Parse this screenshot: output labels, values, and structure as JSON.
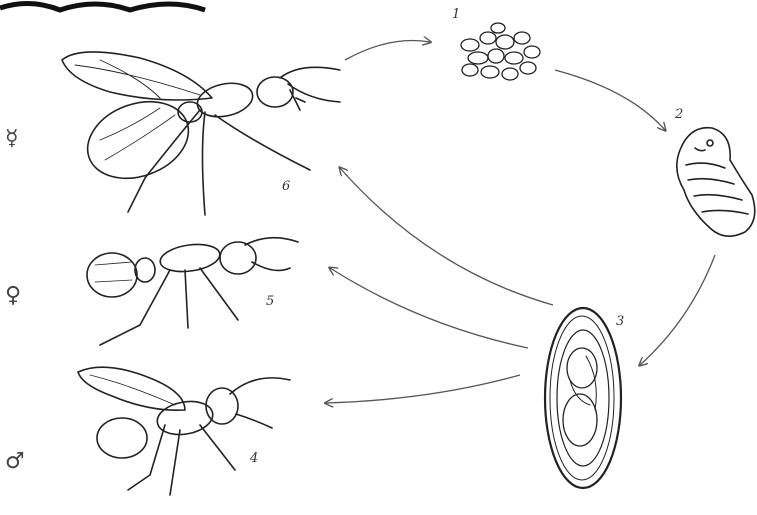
{
  "title_fragment": "",
  "stages": [
    {
      "id": "1",
      "name": "eggs"
    },
    {
      "id": "2",
      "name": "larva"
    },
    {
      "id": "3",
      "name": "pupa"
    },
    {
      "id": "4",
      "name": "male"
    },
    {
      "id": "5",
      "name": "worker"
    },
    {
      "id": "6",
      "name": "queen"
    }
  ],
  "castes": {
    "queen_symbol": "☿",
    "worker_symbol": "♀",
    "male_symbol": "♂"
  },
  "labels": {
    "eggs": "1",
    "larva": "2",
    "pupa": "3",
    "male": "4",
    "worker": "5",
    "queen": "6"
  },
  "colors": {
    "ink": "#222222",
    "background": "#ffffff"
  }
}
